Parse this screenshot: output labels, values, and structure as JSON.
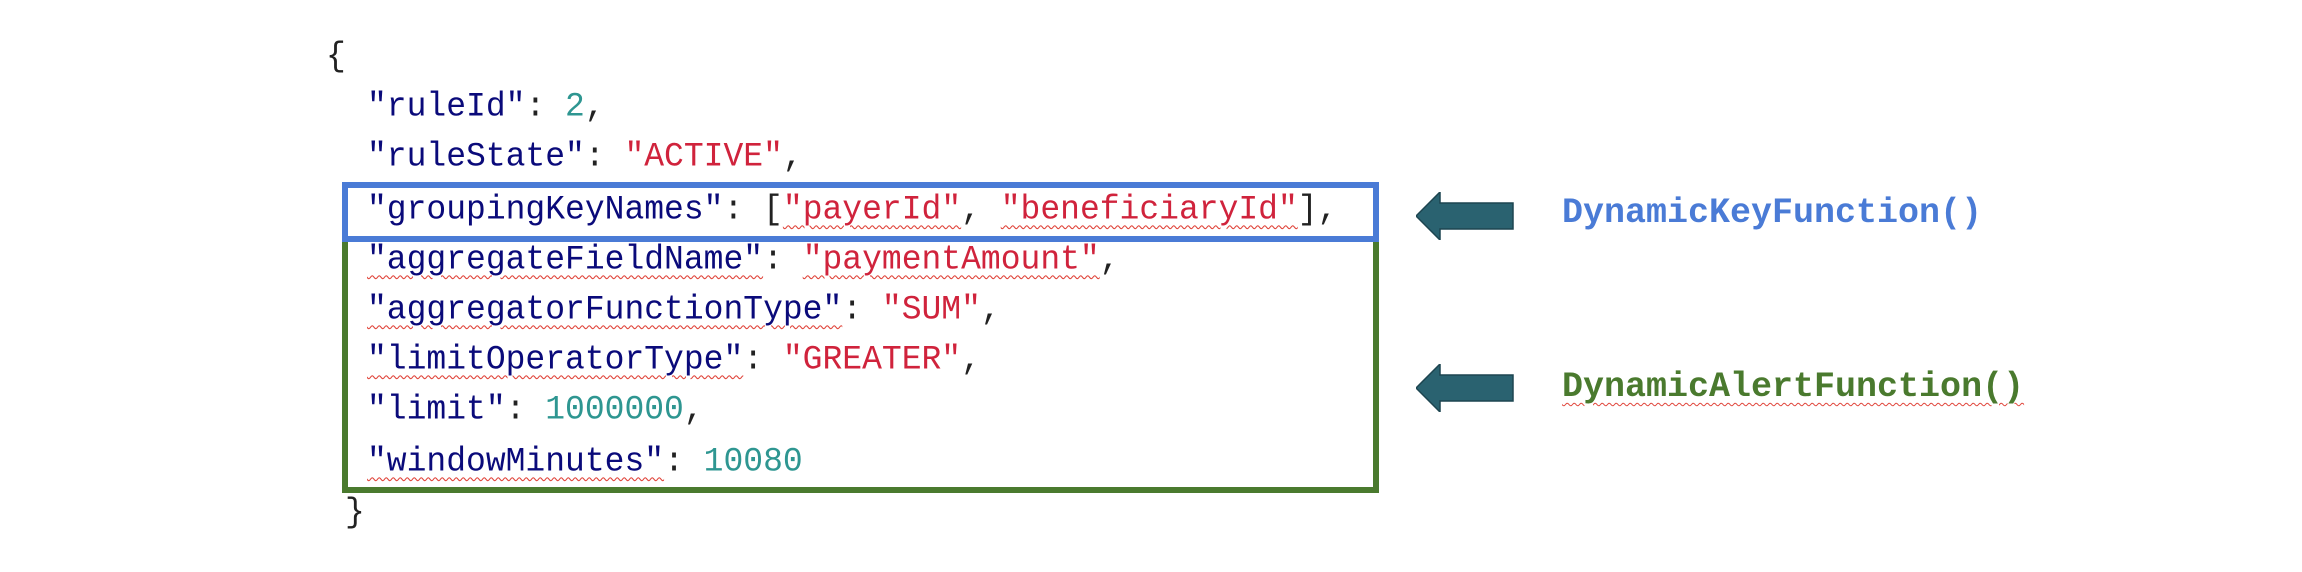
{
  "code": {
    "open_brace": "{",
    "close_brace": "}",
    "lines": [
      {
        "key": "\"ruleId\"",
        "sep": ": ",
        "value": "2",
        "tail": ","
      },
      {
        "key": "\"ruleState\"",
        "sep": ": ",
        "value": "\"ACTIVE\"",
        "tail": ","
      },
      {
        "key": "\"groupingKeyNames\"",
        "sep": ": ",
        "open": "[",
        "v1": "\"payerId\"",
        "comma": ", ",
        "v2": "\"beneficiaryId\"",
        "tail": "],"
      },
      {
        "key": "\"aggregateFieldName\"",
        "sep": ": ",
        "value": "\"paymentAmount\"",
        "tail": ","
      },
      {
        "key": "\"aggregatorFunctionType\"",
        "sep": ": ",
        "value": "\"SUM\"",
        "tail": ","
      },
      {
        "key": "\"limitOperatorType\"",
        "sep": ": ",
        "value": "\"GREATER\"",
        "tail": ","
      },
      {
        "key": "\"limit\"",
        "sep": ": ",
        "value": "1000000",
        "tail": ","
      },
      {
        "key": "\"windowMinutes\"",
        "sep": ": ",
        "value": "10080",
        "tail": ""
      }
    ]
  },
  "annotations": {
    "key_function": "DynamicKeyFunction()",
    "alert_function": "DynamicAlertFunction()"
  },
  "colors": {
    "key_box": "#4a7bd6",
    "alert_box": "#4a7a2e",
    "arrow": "#2a6270",
    "key_text": "#0a0a7a",
    "string": "#d0233c",
    "number": "#2e9691"
  }
}
